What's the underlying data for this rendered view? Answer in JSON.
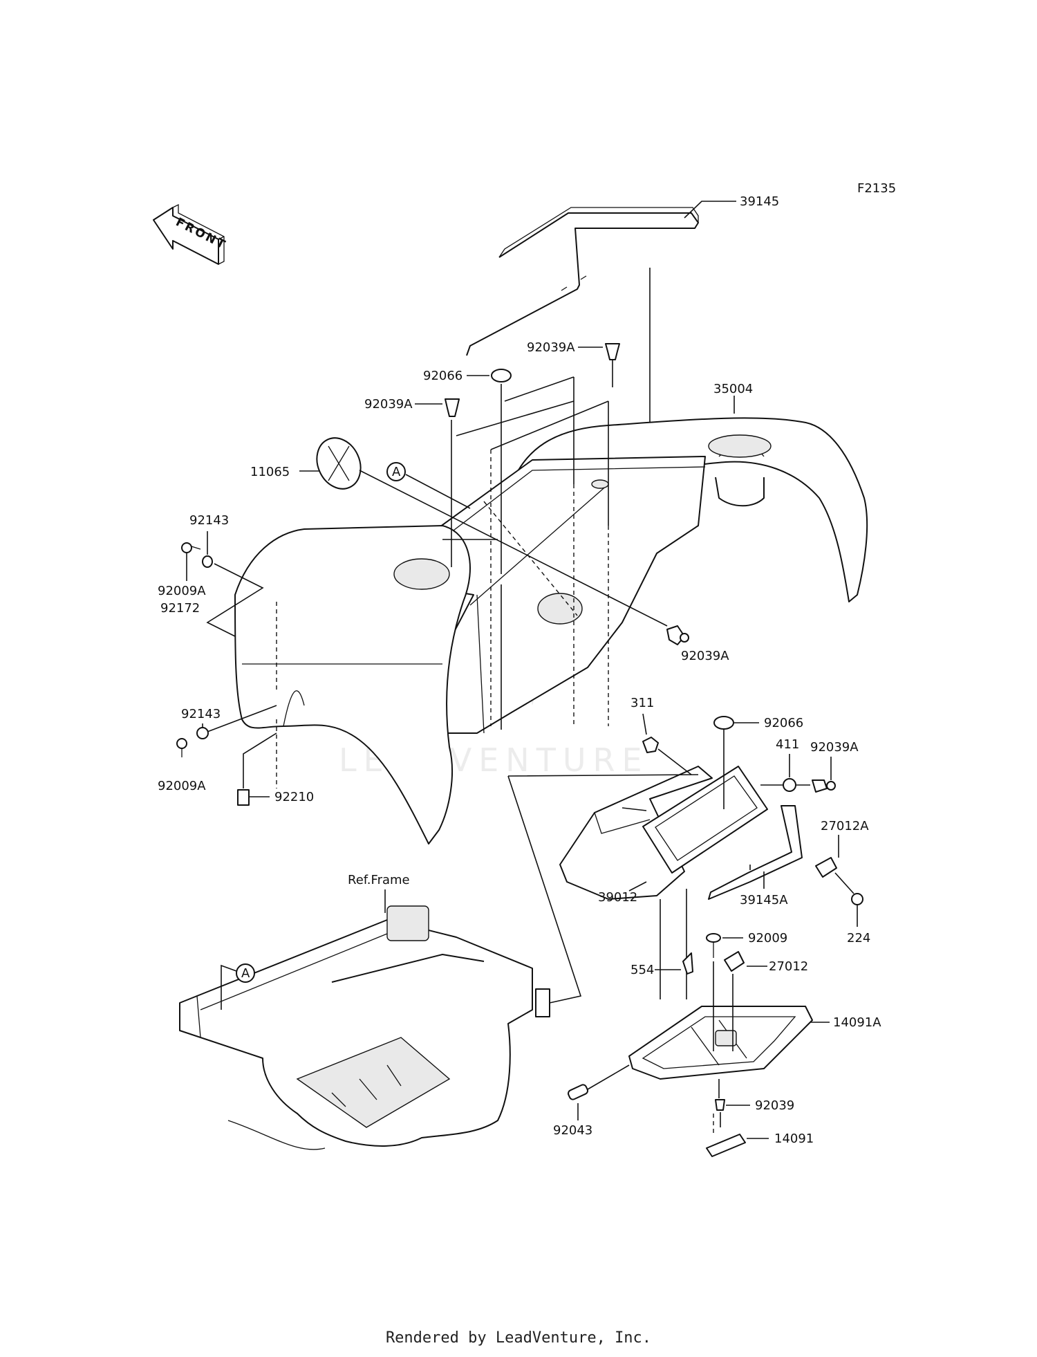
{
  "diagram_code": "F2135",
  "front_label": "FRONT",
  "watermark": "LEADVENTURE",
  "footer": "Rendered by LeadVenture, Inc.",
  "callouts": {
    "ref_a_top": "A",
    "ref_a_bottom": "A"
  },
  "labels": [
    "39145",
    "92039A",
    "92066",
    "35004",
    "92039A",
    "11065",
    "92143",
    "92009A",
    "92172",
    "92039A",
    "92143",
    "92009A",
    "92210",
    "311",
    "92066",
    "411",
    "92039A",
    "27012A",
    "39145A",
    "224",
    "39012",
    "Ref.Frame",
    "92009",
    "554",
    "27012",
    "14091A",
    "92039",
    "92043",
    "14091"
  ]
}
